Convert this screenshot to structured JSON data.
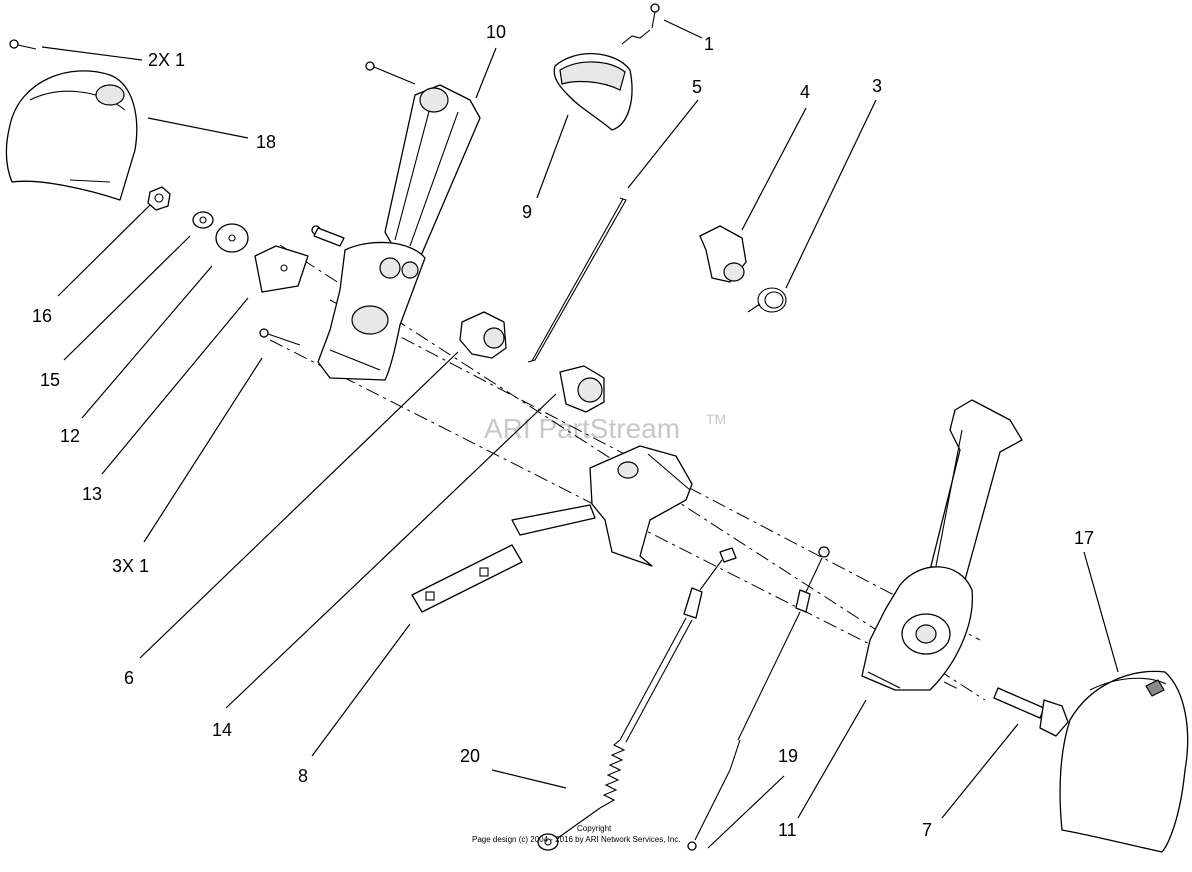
{
  "watermark": {
    "text": "ARI PartStream",
    "tm": "TM"
  },
  "copyright": {
    "line1": "Copyright",
    "line2": "Page design (c) 2004 - 2016 by ARI Network Services, Inc."
  },
  "callouts": {
    "c1": "1",
    "c2x1": "2X 1",
    "c3": "3",
    "c3x1": "3X 1",
    "c4": "4",
    "c5": "5",
    "c6": "6",
    "c7": "7",
    "c8": "8",
    "c9": "9",
    "c10": "10",
    "c11": "11",
    "c12": "12",
    "c13": "13",
    "c14": "14",
    "c15": "15",
    "c16": "16",
    "c17": "17",
    "c18": "18",
    "c19": "19",
    "c20": "20"
  }
}
